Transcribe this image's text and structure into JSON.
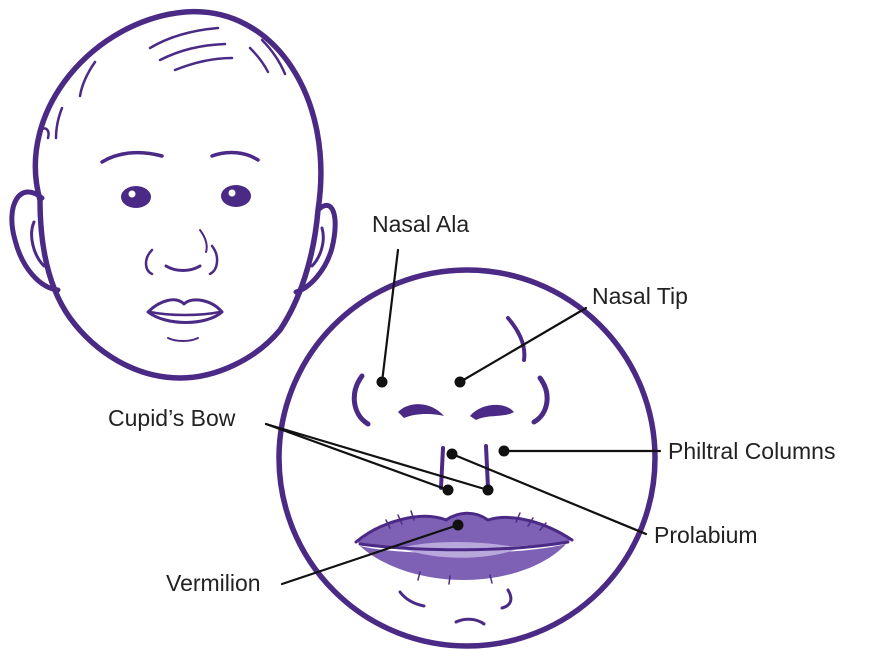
{
  "colors": {
    "line_art": "#4b2a86",
    "lip_fill": "#7e61b4",
    "lip_highlight": "#b9a8dc",
    "leader_line": "#111111",
    "label_text": "#222222",
    "background": "#ffffff"
  },
  "labels": {
    "nasal_ala": "Nasal Ala",
    "nasal_tip": "Nasal Tip",
    "cupids_bow": "Cupid’s Bow",
    "philtral_columns": "Philtral Columns",
    "prolabium": "Prolabium",
    "vermilion": "Vermilion"
  }
}
